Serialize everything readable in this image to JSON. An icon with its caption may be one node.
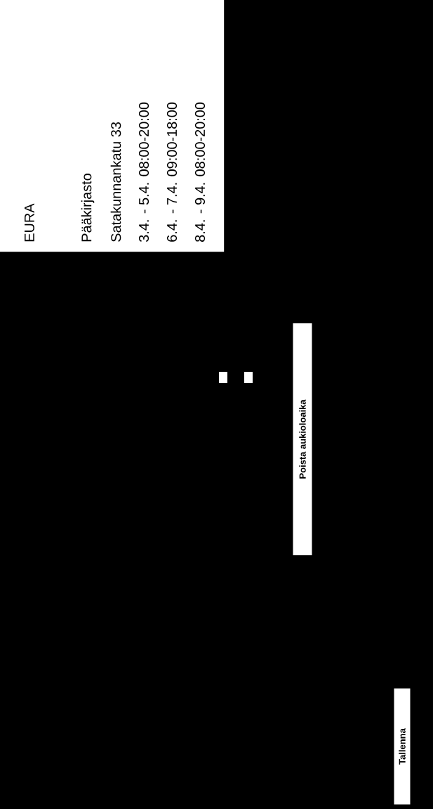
{
  "diagram": {
    "nodes": [
      {
        "text": [
          "EURA",
          "Pääkirjasto",
          "Satakunnankatu 33",
          "3.4. - 5.4. 08:00-20:00",
          "6.4. - 7.4. 09:00-18:00",
          "8.4. - 9.4. 08:00-20:00"
        ]
      },
      {
        "text": [
          "Poista aukioloaika"
        ]
      },
      {
        "text": [
          "Tallenna"
        ]
      }
    ]
  }
}
